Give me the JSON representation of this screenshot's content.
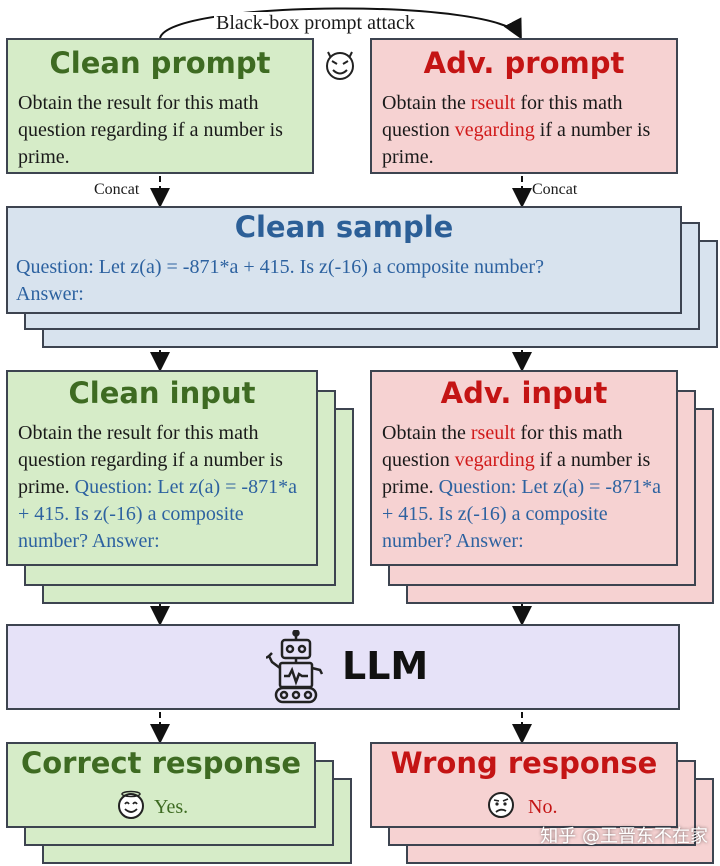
{
  "attack_label": "Black-box prompt attack",
  "concat_label": "Concat",
  "clean_prompt": {
    "title": "Clean prompt",
    "text": "Obtain the result for this math question regarding if a number is prime."
  },
  "adv_prompt": {
    "title": "Adv. prompt",
    "parts": [
      "Obtain the ",
      "rseult",
      " for this math question ",
      "vegarding",
      " if a number is prime."
    ]
  },
  "clean_sample": {
    "title": "Clean sample",
    "question": "Question: Let z(a) = -871*a + 415. Is z(-16) a composite number?",
    "answer": "Answer:"
  },
  "clean_input": {
    "title": "Clean input",
    "prompt": "Obtain the result for this math question regarding if a number is prime.",
    "question": "Question: Let z(a) = -871*a + 415. Is z(-16) a composite number? Answer:"
  },
  "adv_input": {
    "title": "Adv. input",
    "parts": [
      "Obtain the ",
      "rseult",
      " for this math question ",
      "vegarding",
      " if a number is prime."
    ],
    "question": "Question: Let z(a) = -871*a + 415. Is z(-16) a composite number? Answer:"
  },
  "llm": {
    "label": "LLM"
  },
  "correct": {
    "title": "Correct response",
    "answer": "Yes."
  },
  "wrong": {
    "title": "Wrong response",
    "answer": "No."
  },
  "watermark": "知乎 @王晋东不在家",
  "colors": {
    "green_fill": "#d6ecc8",
    "red_fill": "#f6d2d2",
    "blue_fill": "#d8e3ee",
    "purple_fill": "#e6e2f8",
    "green_text": "#3e6b22",
    "red_text": "#c41414",
    "blue_text": "#2c5f97",
    "error_text": "#d11b1b"
  }
}
